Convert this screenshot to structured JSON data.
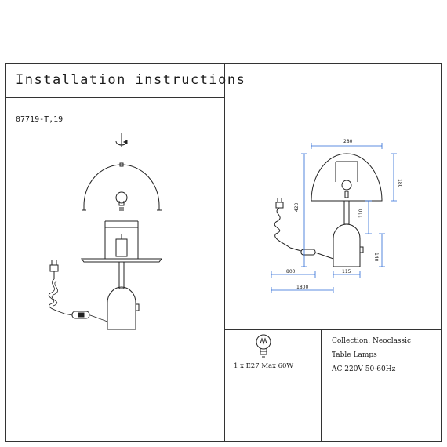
{
  "header": {
    "title": "Installation instructions",
    "model": "07719-T,19"
  },
  "dimensions": {
    "width": "280",
    "shade_height": "180",
    "total_height": "420",
    "neck": "110",
    "base_height": "140",
    "cord_switch": "800",
    "base_width": "115",
    "cord_total": "1800"
  },
  "bulb": {
    "spec": "1 x E27 Max 60W",
    "icon": "light-bulb-icon"
  },
  "info": {
    "collection": "Collection: Neoclassic",
    "type": "Table Lamps",
    "power": "AC 220V   50-60Hz"
  },
  "colors": {
    "line": "#333333",
    "dimension": "#2a6ad6"
  }
}
